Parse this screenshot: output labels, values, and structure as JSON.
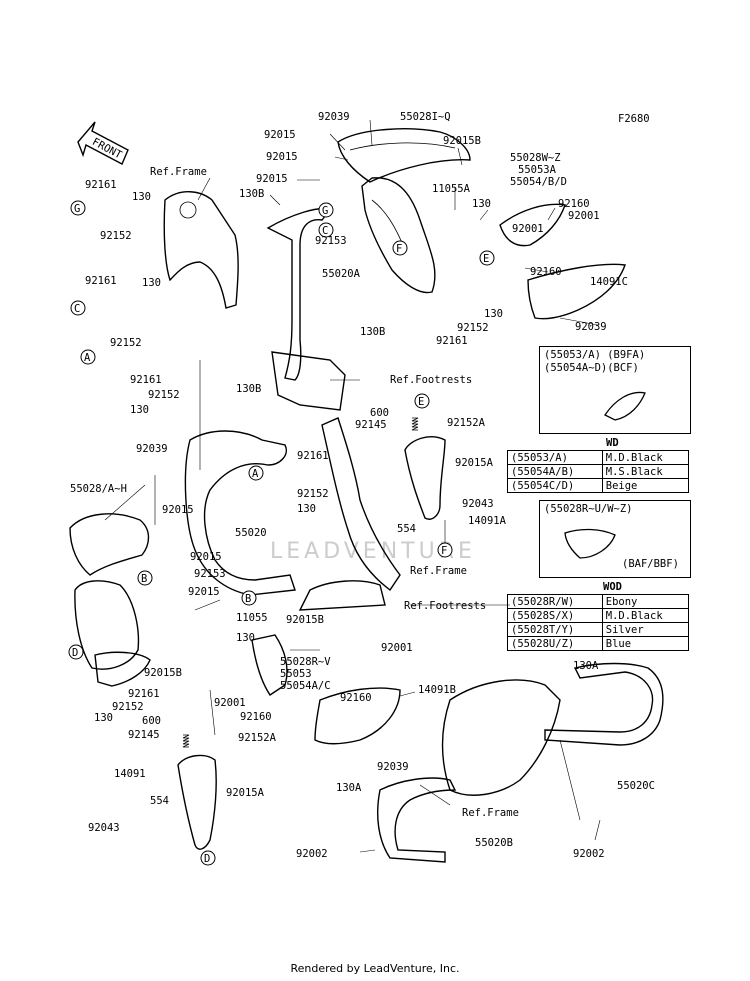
{
  "diagram_code": "F2680",
  "front_label": "FRONT",
  "watermark": "LEADVENTURE",
  "footer": "Rendered by LeadVenture, Inc.",
  "callouts": [
    "A",
    "B",
    "C",
    "D",
    "E",
    "F",
    "G"
  ],
  "part_labels": [
    "92039",
    "55028I~Q",
    "92015",
    "92015B",
    "92015",
    "55028W~Z",
    "55053A",
    "55054/B/D",
    "92015",
    "11055A",
    "Ref.Frame",
    "130B",
    "130",
    "92160",
    "92161",
    "130",
    "92152",
    "92153",
    "92001",
    "92001",
    "92160",
    "55020A",
    "14091C",
    "92161",
    "130",
    "92152",
    "130",
    "92039",
    "92152",
    "92161",
    "130B",
    "Ref.Footrests",
    "92161",
    "92152",
    "130",
    "130B",
    "600",
    "92145",
    "92152A",
    "92015A",
    "92039",
    "92161",
    "92152",
    "130",
    "55028/A~H",
    "92015",
    "92043",
    "554",
    "14091A",
    "55020",
    "92015",
    "92153",
    "Ref.Frame",
    "92015",
    "11055",
    "Ref.Footrests",
    "92015B",
    "130",
    "92001",
    "55028R~V",
    "55053",
    "55054A/C",
    "92160",
    "14091B",
    "92015B",
    "92001",
    "92161",
    "92152",
    "130",
    "600",
    "92145",
    "92152A",
    "92160",
    "92039",
    "130A",
    "14091",
    "92015A",
    "554",
    "92043",
    "130A",
    "Ref.Frame",
    "55020C",
    "55020B",
    "92002",
    "92002"
  ],
  "box1": {
    "title_line1": "(55053/A) (B9FA)",
    "title_line2": "(55054A~D)(BCF)"
  },
  "table_wd": {
    "title": "WD",
    "rows": [
      [
        "(55053/A)",
        "M.D.Black"
      ],
      [
        "(55054A/B)",
        "M.S.Black"
      ],
      [
        "(55054C/D)",
        "Beige"
      ]
    ]
  },
  "box2": {
    "title": "(55028R~U/W~Z)",
    "caption": "(BAF/BBF)"
  },
  "table_wod": {
    "title": "WOD",
    "rows": [
      [
        "(55028R/W)",
        "Ebony"
      ],
      [
        "(55028S/X)",
        "M.D.Black"
      ],
      [
        "(55028T/Y)",
        "Silver"
      ],
      [
        "(55028U/Z)",
        "Blue"
      ]
    ]
  }
}
